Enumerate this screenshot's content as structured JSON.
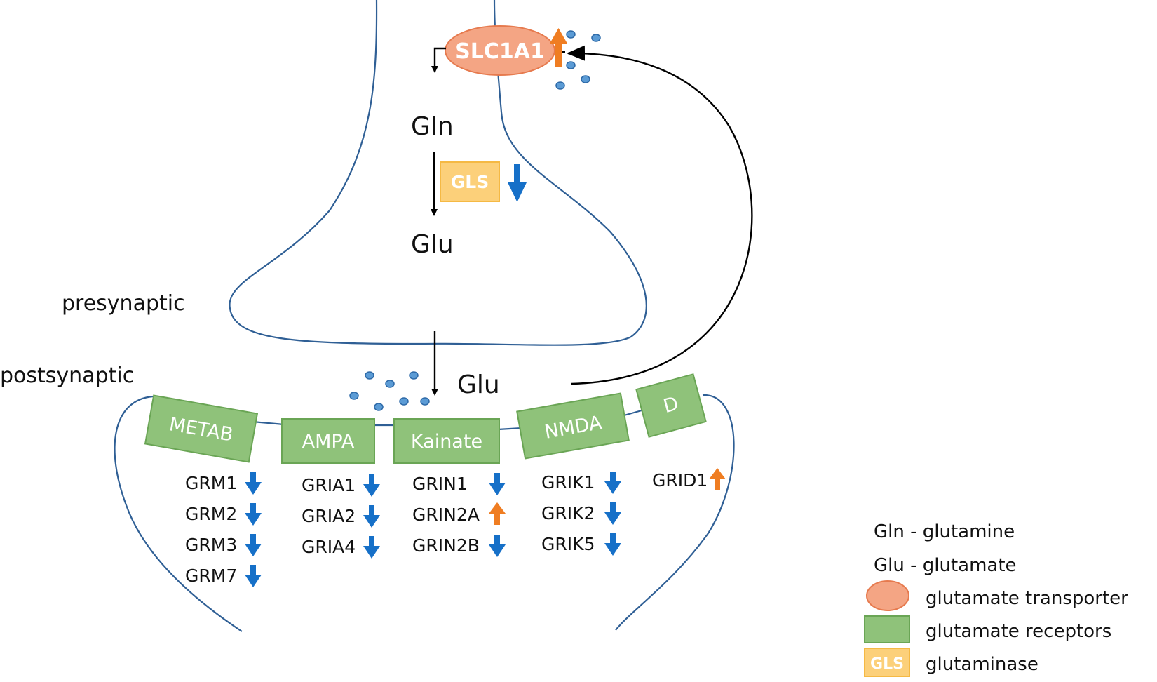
{
  "colors": {
    "membrane": "#2f5f95",
    "transporter_fill": "#f4a584",
    "receptor_fill": "#8fc27a",
    "glutaminase_fill": "#fcd07a",
    "down_arrow": "#1670c8",
    "up_arrow": "#ef7d22",
    "glutamate_dot": "#5b9bd5"
  },
  "labels": {
    "transporter": "SLC1A1",
    "gln": "Gln",
    "gls": "GLS",
    "glu_presynaptic": "Glu",
    "glu_cleft": "Glu",
    "presynaptic": "presynaptic",
    "postsynaptic": "postsynaptic"
  },
  "transporter_regulation": "up",
  "gls_regulation": "down",
  "receptors": [
    {
      "name": "METAB",
      "genes": [
        {
          "gene": "GRM1",
          "regulation": "down"
        },
        {
          "gene": "GRM2",
          "regulation": "down"
        },
        {
          "gene": "GRM3",
          "regulation": "down"
        },
        {
          "gene": "GRM7",
          "regulation": "down"
        }
      ]
    },
    {
      "name": "AMPA",
      "genes": [
        {
          "gene": "GRIA1",
          "regulation": "down"
        },
        {
          "gene": "GRIA2",
          "regulation": "down"
        },
        {
          "gene": "GRIA4",
          "regulation": "down"
        }
      ]
    },
    {
      "name": "Kainate",
      "genes": [
        {
          "gene": "GRIN1",
          "regulation": "down"
        },
        {
          "gene": "GRIN2A",
          "regulation": "up"
        },
        {
          "gene": "GRIN2B",
          "regulation": "down"
        }
      ]
    },
    {
      "name": "NMDA",
      "genes": [
        {
          "gene": "GRIK1",
          "regulation": "down"
        },
        {
          "gene": "GRIK2",
          "regulation": "down"
        },
        {
          "gene": "GRIK5",
          "regulation": "down"
        }
      ]
    },
    {
      "name": "D",
      "genes": [
        {
          "gene": "GRID1",
          "regulation": "up"
        }
      ]
    }
  ],
  "legend": {
    "gln_def": "Gln - glutamine",
    "glu_def": "Glu - glutamate",
    "items": [
      {
        "shape": "ellipse",
        "label": "glutamate transporter"
      },
      {
        "shape": "rect-green",
        "label": "glutamate receptors"
      },
      {
        "shape": "rect-yellow",
        "swatch_text": "GLS",
        "label": "glutaminase"
      }
    ]
  }
}
